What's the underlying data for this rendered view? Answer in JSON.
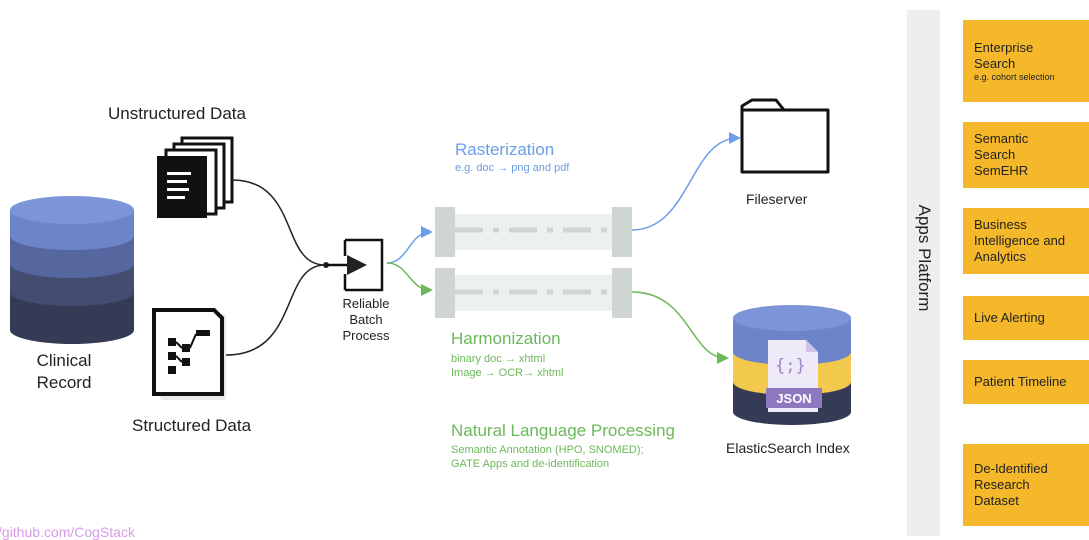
{
  "clinical_record": {
    "label_line1": "Clinical",
    "label_line2": "Record"
  },
  "unstructured_data": {
    "label": "Unstructured Data"
  },
  "structured_data": {
    "label": "Structured Data"
  },
  "batch_process": {
    "line1": "Reliable",
    "line2": "Batch",
    "line3": "Process"
  },
  "rasterization": {
    "title": "Rasterization",
    "subtitle": "e.g. doc → png and pdf"
  },
  "harmonization": {
    "title": "Harmonization",
    "line1": "binary doc → xhtml",
    "line2": "Image → OCR→ xhtml"
  },
  "nlp": {
    "title": "Natural Language Processing",
    "line1": "Semantic Annotation (HPO, SNOMED);",
    "line2": "GATE Apps and de-identification"
  },
  "fileserver": {
    "label": "Fileserver"
  },
  "elasticsearch": {
    "label": "ElasticSearch Index",
    "json_text": "JSON",
    "braces": "{;}"
  },
  "apps_platform": {
    "label": "Apps Platform",
    "apps": [
      {
        "line1": "Enterprise",
        "line2": "Search",
        "note": "e.g. cohort selection"
      },
      {
        "line1": "Semantic",
        "line2": "Search",
        "line3": "SemEHR"
      },
      {
        "line1": "Business",
        "line2": "Intelligence and",
        "line3": "Analytics"
      },
      {
        "line1": "Live Alerting"
      },
      {
        "line1": "Patient Timeline"
      },
      {
        "line1": "De-Identified",
        "line2": "Research",
        "line3": "Dataset"
      }
    ]
  },
  "footer_link": "/github.com/CogStack",
  "colors": {
    "db_top": "#6d84c9",
    "db_mid": "#55679e",
    "db_low": "#424d70",
    "db_base": "#353b54",
    "raster_blue": "#6b9ee8",
    "harmon_green": "#6cb85a",
    "app_yellow": "#f4b82a",
    "es_yellow": "#f2c94c",
    "es_json_purple": "#8e78c0"
  }
}
